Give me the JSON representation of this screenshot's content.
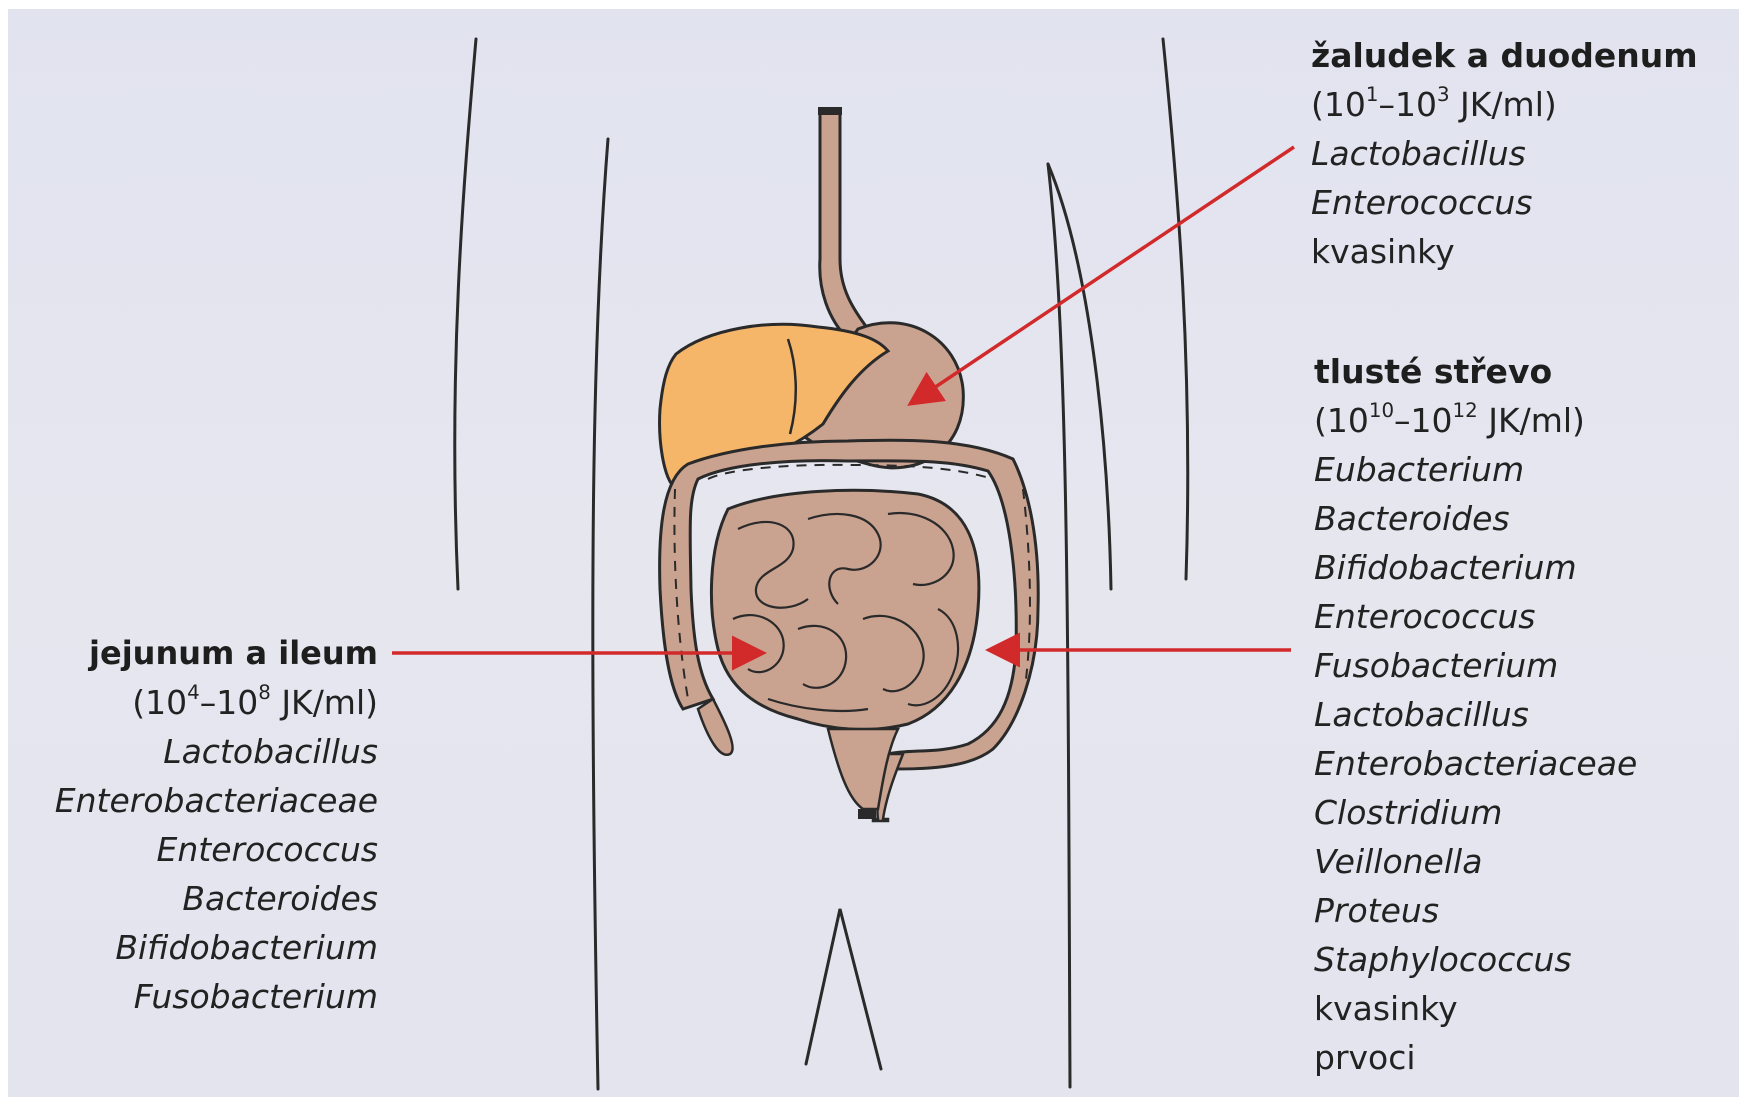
{
  "colors": {
    "background": "#e3e4ee",
    "liver": "#f6b66a",
    "gut": "#caa290",
    "outline": "#2a2a2a",
    "arrow": "#d22a2a"
  },
  "stomach": {
    "title": "žaludek a duodenum",
    "range": {
      "open": "(10",
      "exp1": "1",
      "mid": "–10",
      "exp2": "3",
      "close": " JK/ml)"
    },
    "organisms": [
      "Lactobacillus",
      "Enterococcus"
    ],
    "others": [
      "kvasinky"
    ]
  },
  "colon": {
    "title": "tlusté střevo",
    "range": {
      "open": "(10",
      "exp1": "10",
      "mid": "–10",
      "exp2": "12",
      "close": " JK/ml)"
    },
    "organisms": [
      "Eubacterium",
      "Bacteroides",
      "Bifidobacterium",
      "Enterococcus",
      "Fusobacterium",
      "Lactobacillus",
      "Enterobacteriaceae",
      "Clostridium",
      "Veillonella",
      "Proteus",
      "Staphylococcus"
    ],
    "others": [
      "kvasinky",
      "prvoci"
    ]
  },
  "small_intestine": {
    "title": "jejunum a ileum",
    "range": {
      "open": "(10",
      "exp1": "4",
      "mid": "–10",
      "exp2": "8",
      "close": " JK/ml)"
    },
    "organisms": [
      "Lactobacillus",
      "Enterobacteriaceae",
      "Enterococcus",
      "Bacteroides",
      "Bifidobacterium",
      "Fusobacterium"
    ],
    "others": []
  }
}
